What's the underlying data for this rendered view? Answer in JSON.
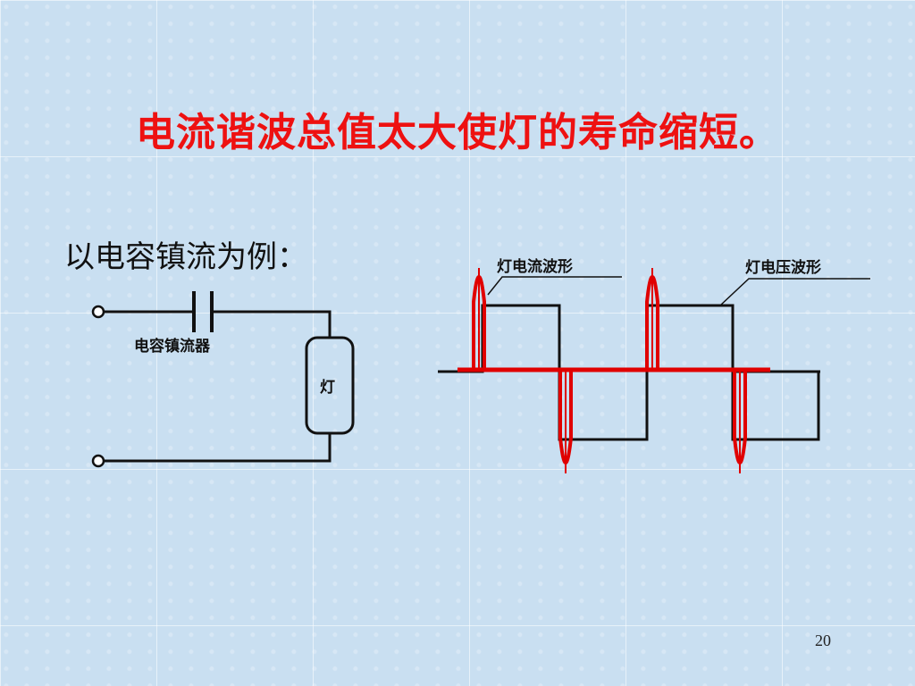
{
  "slide": {
    "title": "电流谐波总值太大使灯的寿命缩短。",
    "intro": "以电容镇流为例：",
    "page_number": "20"
  },
  "circuit": {
    "capacitor_label": "电容镇流器",
    "lamp_label": "灯"
  },
  "waveform": {
    "current_label": "灯电流波形",
    "voltage_label": "灯电压波形",
    "current_color": "#e00000",
    "voltage_color": "#111111"
  }
}
